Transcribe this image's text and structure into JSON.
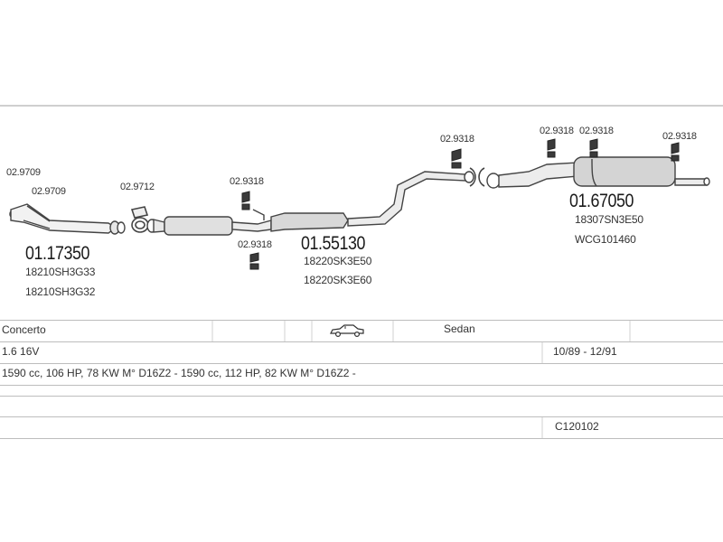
{
  "parts": {
    "clamp_a": "02.9709",
    "clamp_b": "02.9709",
    "gasket_front": "02.9712",
    "hanger_1": "02.9318",
    "hanger_2": "02.9318",
    "hanger_3": "02.9318",
    "hanger_4": "02.9318",
    "hanger_5": "02.9318",
    "hanger_6": "02.9318"
  },
  "front_pipe": {
    "number": "01.17350",
    "oem": [
      "18210SH3G33",
      "18210SH3G32"
    ]
  },
  "middle_silencer": {
    "number": "01.55130",
    "oem": [
      "18220SK3E50",
      "18220SK3E60"
    ]
  },
  "rear_silencer": {
    "number": "01.67050",
    "oem": [
      "18307SN3E50",
      "WCG101460"
    ]
  },
  "table": {
    "model": "Concerto",
    "body_type": "Sedan",
    "engine": "1.6 16V",
    "years": "10/89 - 12/91",
    "specs": "1590 cc, 106 HP, 78 KW M° D16Z2 - 1590 cc, 112 HP, 82 KW M° D16Z2 -",
    "catalog_code": "C120102"
  },
  "icons": {
    "car": "sedan-car-icon"
  }
}
